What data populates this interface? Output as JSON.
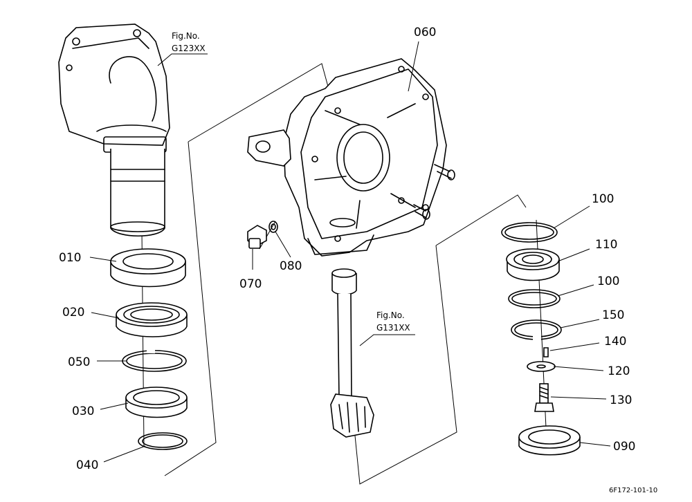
{
  "callouts": {
    "c060": "060",
    "c010": "010",
    "c020": "020",
    "c050": "050",
    "c030": "030",
    "c040": "040",
    "c070": "070",
    "c080": "080",
    "c100a": "100",
    "c110": "110",
    "c100b": "100",
    "c150": "150",
    "c140": "140",
    "c120": "120",
    "c130": "130",
    "c090": "090"
  },
  "figure_refs": {
    "upper_label": "Fig.No.",
    "upper_number": "G123XX",
    "lower_label": "Fig.No.",
    "lower_number": "G131XX"
  },
  "drawing_code": "6F172-101-10"
}
